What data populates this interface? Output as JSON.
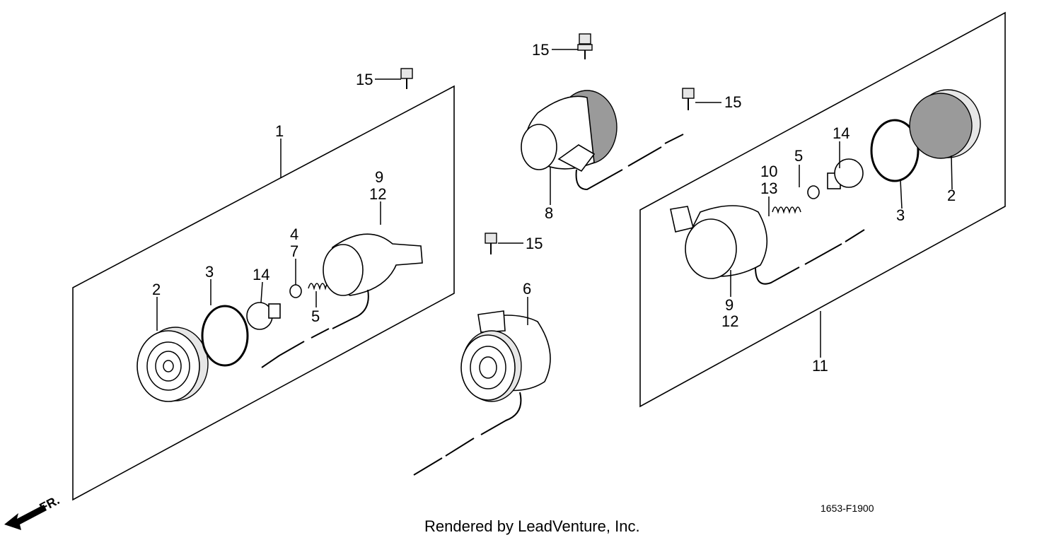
{
  "diagram": {
    "callouts": {
      "n1": "1",
      "n2_left": "2",
      "n3_left": "3",
      "n14_left": "14",
      "n4": "4",
      "n7": "7",
      "n5_left": "5",
      "n9_left": "9",
      "n12_left": "12",
      "n15_a": "15",
      "n15_b": "15",
      "n15_c": "15",
      "n15_d": "15",
      "n8": "8",
      "n6": "6",
      "n10": "10",
      "n13": "13",
      "n5_right": "5",
      "n14_right": "14",
      "n3_right": "3",
      "n2_right": "2",
      "n9_right": "9",
      "n12_right": "12",
      "n11": "11"
    },
    "front_label": "FR.",
    "part_code": "1653-F1900",
    "credit": "Rendered by LeadVenture, Inc."
  }
}
